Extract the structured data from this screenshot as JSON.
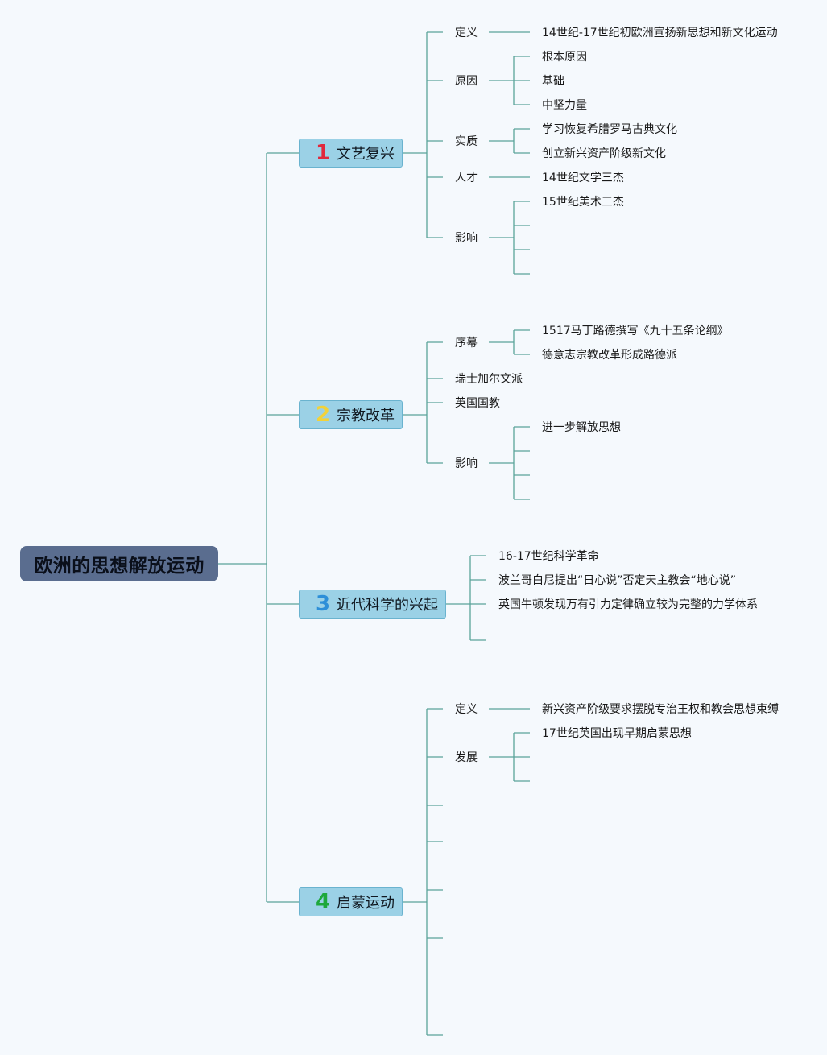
{
  "root": {
    "label": "欧洲的思想解放运动"
  },
  "colors": {
    "line": "#5aa39a",
    "branch_fill": "#9bd1e6",
    "root_fill": "#5a6d8f"
  },
  "branches": [
    {
      "number": "1",
      "number_color": "#e0283c",
      "label": "文艺复兴",
      "topics": [
        {
          "label": "定义",
          "items": [
            "14世纪-17世纪初欧洲宣扬新思想和新文化运动"
          ]
        },
        {
          "label": "原因",
          "items": [
            "根本原因",
            "基础",
            "中坚力量"
          ]
        },
        {
          "label": "实质",
          "items": [
            "学习恢复希腊罗马古典文化",
            "创立新兴资产阶级新文化"
          ]
        },
        {
          "label": "人才",
          "items": [
            "14世纪文学三杰"
          ]
        },
        {
          "label": "影响",
          "items": [
            "15世纪美术三杰",
            "",
            "",
            ""
          ]
        }
      ]
    },
    {
      "number": "2",
      "number_color": "#f2d23a",
      "label": "宗教改革",
      "topics": [
        {
          "label": "序幕",
          "items": [
            "1517马丁路德撰写《九十五条论纲》",
            "德意志宗教改革形成路德派"
          ]
        },
        {
          "label": "瑞士加尔文派",
          "items": []
        },
        {
          "label": "英国国教",
          "items": []
        },
        {
          "label": "影响",
          "items": [
            "进一步解放思想",
            "",
            "",
            ""
          ]
        }
      ]
    },
    {
      "number": "3",
      "number_color": "#2d8fd8",
      "label": "近代科学的兴起",
      "items": [
        "16-17世纪科学革命",
        "波兰哥白尼提出“日心说”否定天主教会“地心说”",
        "英国牛顿发现万有引力定律确立较为完整的力学体系",
        ""
      ]
    },
    {
      "number": "4",
      "number_color": "#1ea83c",
      "label": "启蒙运动",
      "topics": [
        {
          "label": "定义",
          "items": [
            "新兴资产阶级要求摆脱专治王权和教会思想束缚"
          ]
        },
        {
          "label": "发展",
          "items": [
            "17世纪英国出现早期启蒙思想",
            "",
            ""
          ]
        },
        {
          "label": "",
          "items": []
        },
        {
          "label": "",
          "items": []
        },
        {
          "label": "",
          "items": []
        },
        {
          "label": "",
          "items": []
        },
        {
          "label": "",
          "items": []
        }
      ]
    }
  ]
}
